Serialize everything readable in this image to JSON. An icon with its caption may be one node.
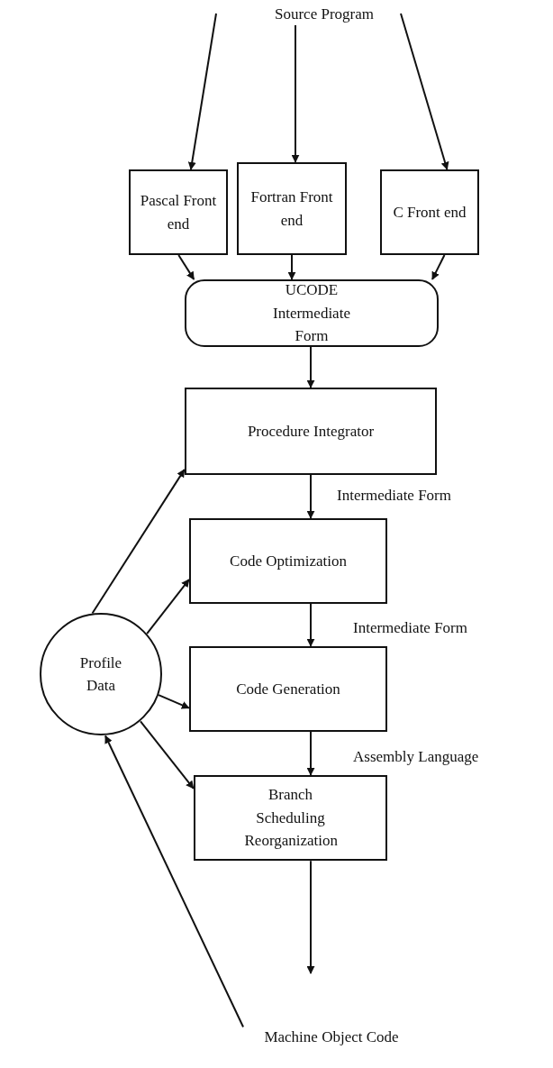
{
  "diagram": {
    "nodes": [
      {
        "text": [
          "Source Program"
        ]
      },
      {
        "text": [
          "Pascal Front end"
        ]
      },
      {
        "text": [
          "Fortran Front end"
        ]
      },
      {
        "text": [
          "C Front end"
        ]
      },
      {
        "text": [
          "UCODE Intermediate Form"
        ]
      },
      {
        "text": [
          "Procedure Integrator"
        ]
      },
      {
        "text": [
          "Code Optimization"
        ]
      },
      {
        "text": [
          "Code Generation"
        ]
      },
      {
        "text": [
          "Branch Scheduling Reorganization"
        ]
      },
      {
        "text": [
          "Profile Data"
        ]
      },
      {
        "text": [
          "Machine Object Code"
        ]
      }
    ],
    "edges": [
      {
        "from": 0,
        "to": 1,
        "arrow": "to"
      },
      {
        "from": 0,
        "to": 2,
        "arrow": "to"
      },
      {
        "from": 0,
        "to": 3,
        "arrow": "to"
      },
      {
        "from": 1,
        "to": 4,
        "arrow": "to"
      },
      {
        "from": 2,
        "to": 4,
        "arrow": "to"
      },
      {
        "from": 3,
        "to": 4,
        "arrow": "to"
      },
      {
        "from": 4,
        "to": 5,
        "arrow": "to"
      },
      {
        "from": 5,
        "to": 6,
        "arrow": "to",
        "label": "Intermediate Form"
      },
      {
        "from": 6,
        "to": 7,
        "arrow": "to",
        "label": "Intermediate Form"
      },
      {
        "from": 7,
        "to": 8,
        "arrow": "to",
        "label": "Assembly Language"
      },
      {
        "from": 8,
        "to": null,
        "arrow": "to"
      },
      {
        "from": 9,
        "to": 5,
        "arrow": "to"
      },
      {
        "from": 9,
        "to": 6,
        "arrow": "to"
      },
      {
        "from": 9,
        "to": 7,
        "arrow": "to"
      },
      {
        "from": 9,
        "to": 8,
        "arrow": "to"
      },
      {
        "from": 10,
        "to": 9,
        "arrow": "to"
      }
    ]
  }
}
